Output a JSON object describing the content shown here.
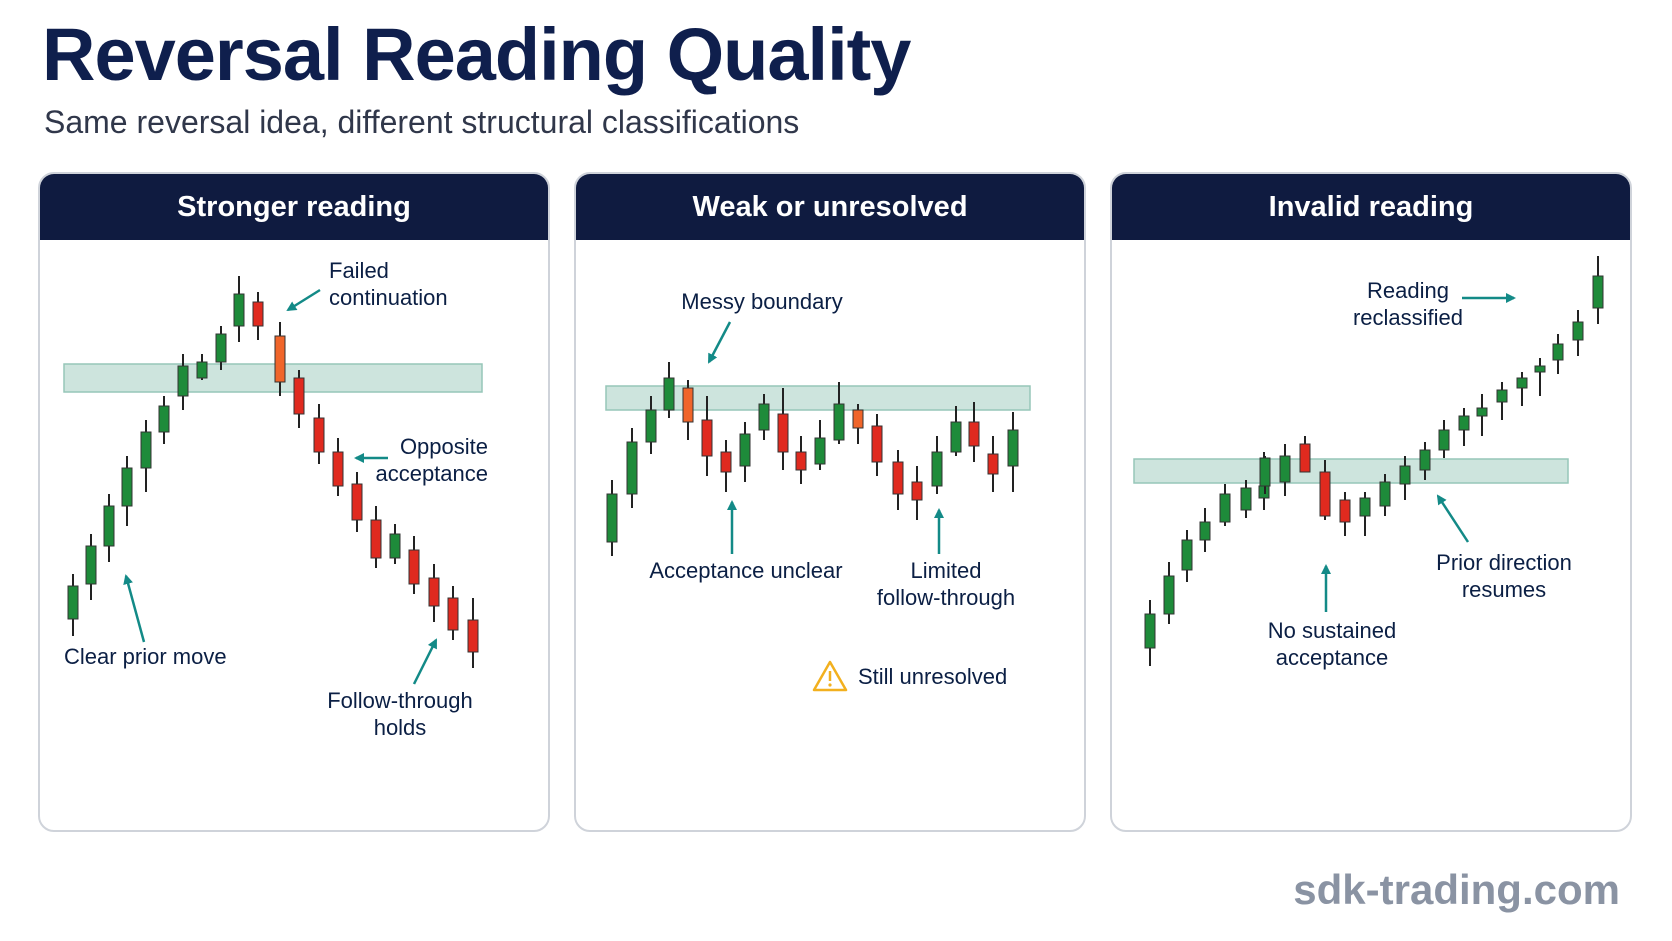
{
  "title": "Reversal Reading Quality",
  "subtitle": "Same reversal idea, different structural classifications",
  "footer": "sdk-trading.com",
  "colors": {
    "bull": "#1e8b3a",
    "bear": "#e02a1f",
    "bear_light": "#f0652a",
    "zone": "#cde4dd",
    "zone_border": "#96c6b8",
    "arrow": "#138a87",
    "header_bg": "#0f1b40",
    "warning": "#f2b01e"
  },
  "panels": [
    {
      "header": "Stronger reading",
      "labels": {
        "failed": "Failed\ncontinuation",
        "opposite": "Opposite\nacceptance",
        "clear": "Clear prior move",
        "follow": "Follow-through\nholds"
      }
    },
    {
      "header": "Weak or unresolved",
      "labels": {
        "messy": "Messy boundary",
        "acceptance": "Acceptance unclear",
        "limited": "Limited\nfollow-through",
        "warning": "Still unresolved"
      }
    },
    {
      "header": "Invalid reading",
      "labels": {
        "reclassified": "Reading\nreclassified",
        "no_sustained": "No sustained\nacceptance",
        "prior": "Prior direction\nresumes"
      }
    }
  ]
}
